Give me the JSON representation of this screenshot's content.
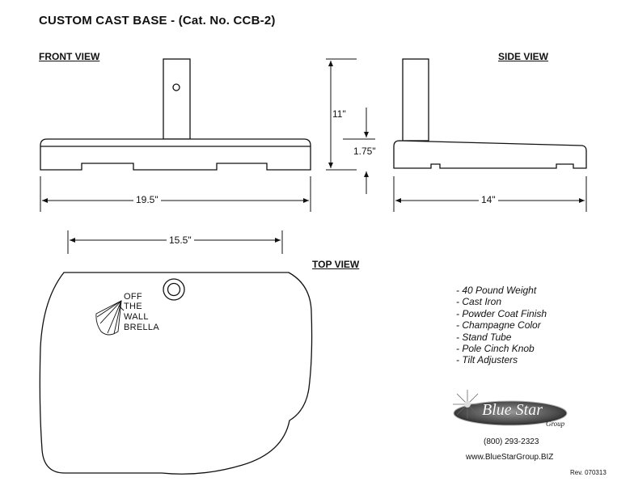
{
  "title": "CUSTOM CAST BASE - (Cat. No. CCB-2)",
  "views": {
    "front": "FRONT VIEW",
    "side": "SIDE VIEW",
    "top": "TOP VIEW"
  },
  "dimensions": {
    "height": "11\"",
    "base_height": "1.75\"",
    "front_width": "19.5\"",
    "side_depth": "14\"",
    "top_width": "15.5\""
  },
  "features": [
    "- 40 Pound Weight",
    "- Cast Iron",
    "- Powder Coat Finish",
    "- Champagne Color",
    "- Stand Tube",
    "- Pole Cinch Knob",
    "- Tilt Adjusters"
  ],
  "engraving": [
    "OFF",
    "THE",
    "WALL",
    "BRELLA"
  ],
  "brand": {
    "name": "Blue Star",
    "tagline": "Group",
    "phone": "(800) 293-2323",
    "website": "www.BlueStarGroup.BIZ"
  },
  "revision": "Rev. 070313"
}
